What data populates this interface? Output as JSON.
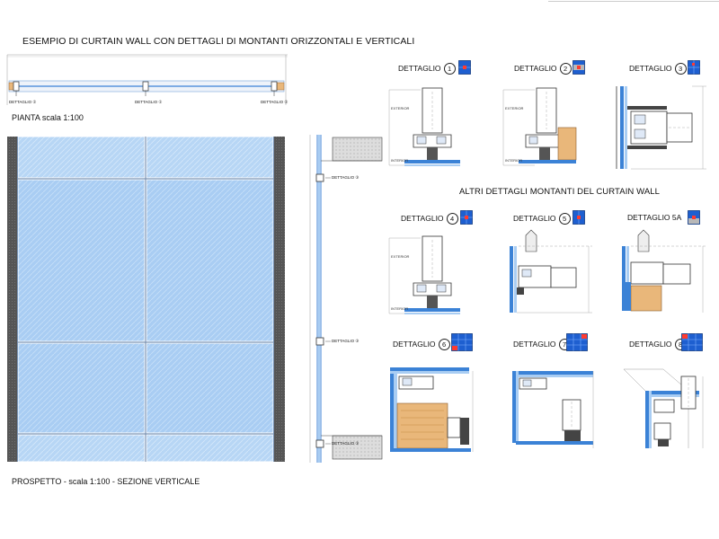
{
  "header": {
    "title": "ESEMPIO DI CURTAIN WALL CON DETTAGLI DI MONTANTI ORIZZONTALI E VERTICALI"
  },
  "plan": {
    "label": "PIANTA scala 1:100",
    "markers": [
      "DETTAGLIO ②",
      "DETTAGLIO ①",
      "DETTAGLIO ②"
    ]
  },
  "elevation": {
    "label": "PROSPETTO - scala 1:100 - SEZIONE VERTICALE"
  },
  "section": {
    "markers": [
      "DETTAGLIO ③",
      "DETTAGLIO ③",
      "DETTAGLIO ③"
    ]
  },
  "subheader": {
    "title": "ALTRI DETTAGLI MONTANTI DEL CURTAIN WALL"
  },
  "details": [
    {
      "label": "DETTAGLIO",
      "num": "1"
    },
    {
      "label": "DETTAGLIO",
      "num": "2"
    },
    {
      "label": "DETTAGLIO",
      "num": "3"
    },
    {
      "label": "DETTAGLIO",
      "num": "4"
    },
    {
      "label": "DETTAGLIO",
      "num": "5"
    },
    {
      "label": "DETTAGLIO",
      "num": "5A"
    },
    {
      "label": "DETTAGLIO",
      "num": "6"
    },
    {
      "label": "DETTAGLIO",
      "num": "7"
    },
    {
      "label": "DETTAGLIO",
      "num": "8"
    }
  ],
  "colors": {
    "glass": "#a9cdf3",
    "frame": "#3b82d6",
    "wood": "#e9b77a",
    "wall": "#444444"
  }
}
